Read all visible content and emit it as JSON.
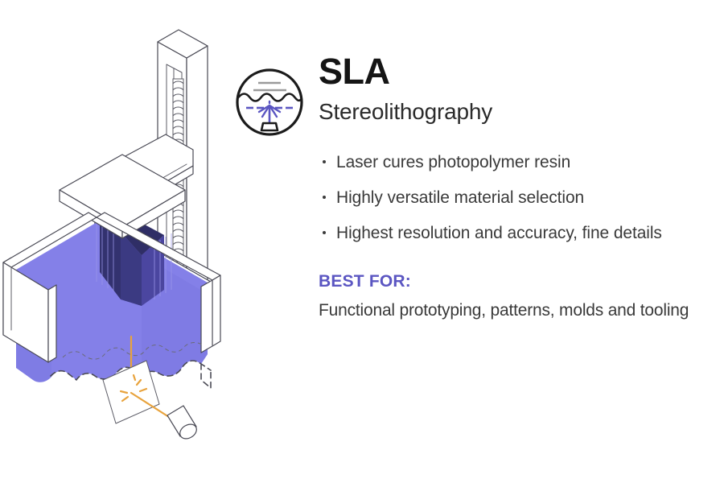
{
  "heading": {
    "title": "SLA",
    "subtitle": "Stereolithography"
  },
  "icon": {
    "name": "sla-vat-icon",
    "circle_stroke": "#1b1b1b",
    "line_color": "#9a9a9a",
    "accent_color": "#5b56c2"
  },
  "bullets": [
    {
      "text": "Laser cures photopolymer resin"
    },
    {
      "text": "Highly versatile material selection"
    },
    {
      "text": "Highest resolution and accuracy, fine details"
    }
  ],
  "best_for": {
    "label": "BEST FOR:",
    "text": "Functional prototyping, patterns, molds and tooling"
  },
  "illustration": {
    "name": "sla-printer-isometric-diagram",
    "parts": [
      "vertical-gantry-column",
      "lead-screw",
      "build-platform-arm",
      "build-platform",
      "resin-vat",
      "resin-liquid",
      "cured-part",
      "laser-beam",
      "galvo-mirror",
      "laser-source"
    ],
    "colors": {
      "resin": "#8480e8",
      "resin_shade": "#7b77e0",
      "cured_part_dark": "#33326f",
      "cured_part_light": "#4b46a0",
      "outline": "#4a4a55",
      "laser": "#e8a33d",
      "body_fill": "#ffffff"
    }
  },
  "background_color": "#ffffff"
}
